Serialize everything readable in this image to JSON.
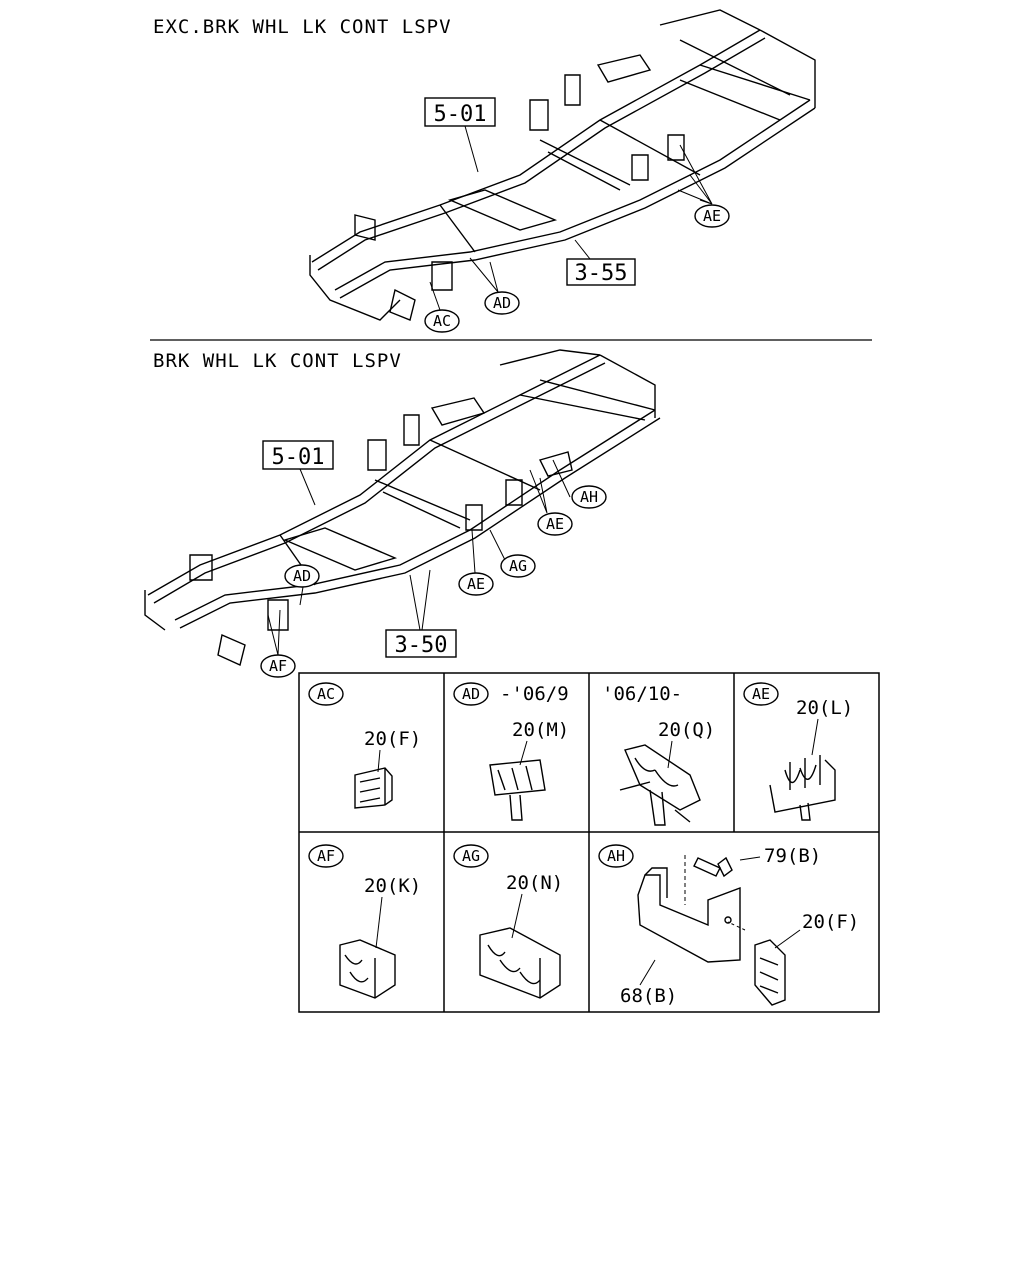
{
  "upper": {
    "title": "EXC.BRK WHL LK CONT LSPV",
    "frame_ref": "5-01",
    "sub_ref": "3-55",
    "callouts": {
      "ac": "AC",
      "ad": "AD",
      "ae": "AE"
    }
  },
  "lower": {
    "title": "BRK WHL LK CONT LSPV",
    "frame_ref": "5-01",
    "sub_ref": "3-50",
    "callouts": {
      "ad": "AD",
      "af": "AF",
      "ae1": "AE",
      "ae2": "AE",
      "ag": "AG",
      "ah": "AH"
    }
  },
  "details": {
    "ac": {
      "tag": "AC",
      "part": "20(F)"
    },
    "ad_old": {
      "tag": "AD",
      "range": "-'06/9",
      "part": "20(M)"
    },
    "ad_new": {
      "range": "'06/10-",
      "part": "20(Q)"
    },
    "ae": {
      "tag": "AE",
      "part": "20(L)"
    },
    "af": {
      "tag": "AF",
      "part": "20(K)"
    },
    "ag": {
      "tag": "AG",
      "part": "20(N)"
    },
    "ah": {
      "tag": "AH",
      "bolt": "79(B)",
      "clip": "20(F)",
      "bracket": "68(B)"
    }
  }
}
